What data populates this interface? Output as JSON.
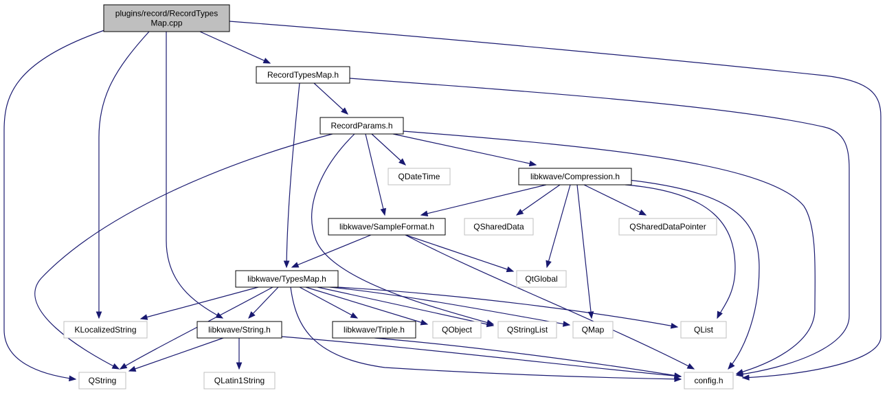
{
  "colors": {
    "edge": "#191970",
    "root_fill": "#bfbfbf",
    "root_stroke": "#000000",
    "internal_stroke": "#000000",
    "external_stroke": "#bfbfbf",
    "external_text": "#7f7f7f",
    "text": "#000000",
    "background": "#ffffff"
  },
  "nodes": [
    {
      "id": "root",
      "lines": [
        "plugins/record/RecordTypes",
        "Map.cpp"
      ],
      "kind": "root"
    },
    {
      "id": "rtm",
      "lines": [
        "RecordTypesMap.h"
      ],
      "kind": "internal"
    },
    {
      "id": "rp",
      "lines": [
        "RecordParams.h"
      ],
      "kind": "internal"
    },
    {
      "id": "qdt",
      "lines": [
        "QDateTime"
      ],
      "kind": "external"
    },
    {
      "id": "comp",
      "lines": [
        "libkwave/Compression.h"
      ],
      "kind": "internal"
    },
    {
      "id": "sf",
      "lines": [
        "libkwave/SampleFormat.h"
      ],
      "kind": "internal"
    },
    {
      "id": "qsd",
      "lines": [
        "QSharedData"
      ],
      "kind": "external"
    },
    {
      "id": "qsdp",
      "lines": [
        "QSharedDataPointer"
      ],
      "kind": "external"
    },
    {
      "id": "tm",
      "lines": [
        "libkwave/TypesMap.h"
      ],
      "kind": "internal"
    },
    {
      "id": "qtg",
      "lines": [
        "QtGlobal"
      ],
      "kind": "external"
    },
    {
      "id": "kls",
      "lines": [
        "KLocalizedString"
      ],
      "kind": "external"
    },
    {
      "id": "str",
      "lines": [
        "libkwave/String.h"
      ],
      "kind": "internal"
    },
    {
      "id": "tri",
      "lines": [
        "libkwave/Triple.h"
      ],
      "kind": "internal"
    },
    {
      "id": "qobj",
      "lines": [
        "QObject"
      ],
      "kind": "external"
    },
    {
      "id": "qsl",
      "lines": [
        "QStringList"
      ],
      "kind": "external"
    },
    {
      "id": "qmap",
      "lines": [
        "QMap"
      ],
      "kind": "external"
    },
    {
      "id": "qlist",
      "lines": [
        "QList"
      ],
      "kind": "external"
    },
    {
      "id": "qstring",
      "lines": [
        "QString"
      ],
      "kind": "external"
    },
    {
      "id": "ql1s",
      "lines": [
        "QLatin1String"
      ],
      "kind": "external"
    },
    {
      "id": "config",
      "lines": [
        "config.h"
      ],
      "kind": "external"
    }
  ],
  "edges": [
    {
      "from": "root",
      "to": "rtm"
    },
    {
      "from": "root",
      "to": "config"
    },
    {
      "from": "root",
      "to": "qstring"
    },
    {
      "from": "root",
      "to": "kls"
    },
    {
      "from": "root",
      "to": "str"
    },
    {
      "from": "rtm",
      "to": "rp"
    },
    {
      "from": "rtm",
      "to": "tm"
    },
    {
      "from": "rtm",
      "to": "config"
    },
    {
      "from": "rp",
      "to": "qdt"
    },
    {
      "from": "rp",
      "to": "comp"
    },
    {
      "from": "rp",
      "to": "sf"
    },
    {
      "from": "rp",
      "to": "qstring"
    },
    {
      "from": "rp",
      "to": "qsl"
    },
    {
      "from": "rp",
      "to": "config"
    },
    {
      "from": "comp",
      "to": "sf"
    },
    {
      "from": "comp",
      "to": "qsd"
    },
    {
      "from": "comp",
      "to": "qsdp"
    },
    {
      "from": "comp",
      "to": "qtg"
    },
    {
      "from": "comp",
      "to": "qmap"
    },
    {
      "from": "comp",
      "to": "qlist"
    },
    {
      "from": "comp",
      "to": "config"
    },
    {
      "from": "sf",
      "to": "tm"
    },
    {
      "from": "sf",
      "to": "qtg"
    },
    {
      "from": "sf",
      "to": "config"
    },
    {
      "from": "tm",
      "to": "kls"
    },
    {
      "from": "tm",
      "to": "str"
    },
    {
      "from": "tm",
      "to": "tri"
    },
    {
      "from": "tm",
      "to": "qobj"
    },
    {
      "from": "tm",
      "to": "qsl"
    },
    {
      "from": "tm",
      "to": "qmap"
    },
    {
      "from": "tm",
      "to": "qlist"
    },
    {
      "from": "tm",
      "to": "qstring"
    },
    {
      "from": "tm",
      "to": "config"
    },
    {
      "from": "str",
      "to": "qstring"
    },
    {
      "from": "str",
      "to": "ql1s"
    },
    {
      "from": "str",
      "to": "config"
    },
    {
      "from": "tri",
      "to": "config"
    }
  ]
}
